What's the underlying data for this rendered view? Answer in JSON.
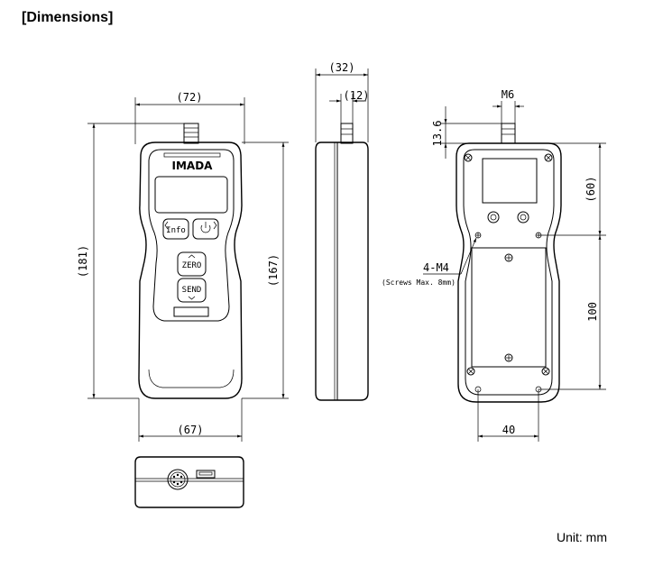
{
  "page": {
    "heading": "[Dimensions]",
    "unit_note": "Unit: mm"
  },
  "front_view": {
    "dim_width_top": "(72)",
    "dim_height_total": "(181)",
    "dim_height_body": "(167)",
    "dim_width_bottom": "(67)",
    "brand": "IMADA",
    "buttons": {
      "info": "Info",
      "zero": "ZERO",
      "send": "SEND"
    }
  },
  "side_view": {
    "dim_depth": "(32)",
    "dim_shaft": "(12)"
  },
  "back_view": {
    "dim_thread": "M6",
    "dim_shaft_length": "13.6",
    "dim_top_to_holes": "(60)",
    "dim_hole_spacing_vertical": "100",
    "dim_hole_spacing_horizontal": "40",
    "screw_label": "4-M4",
    "screw_note": "(Screws Max. 8mm)"
  }
}
